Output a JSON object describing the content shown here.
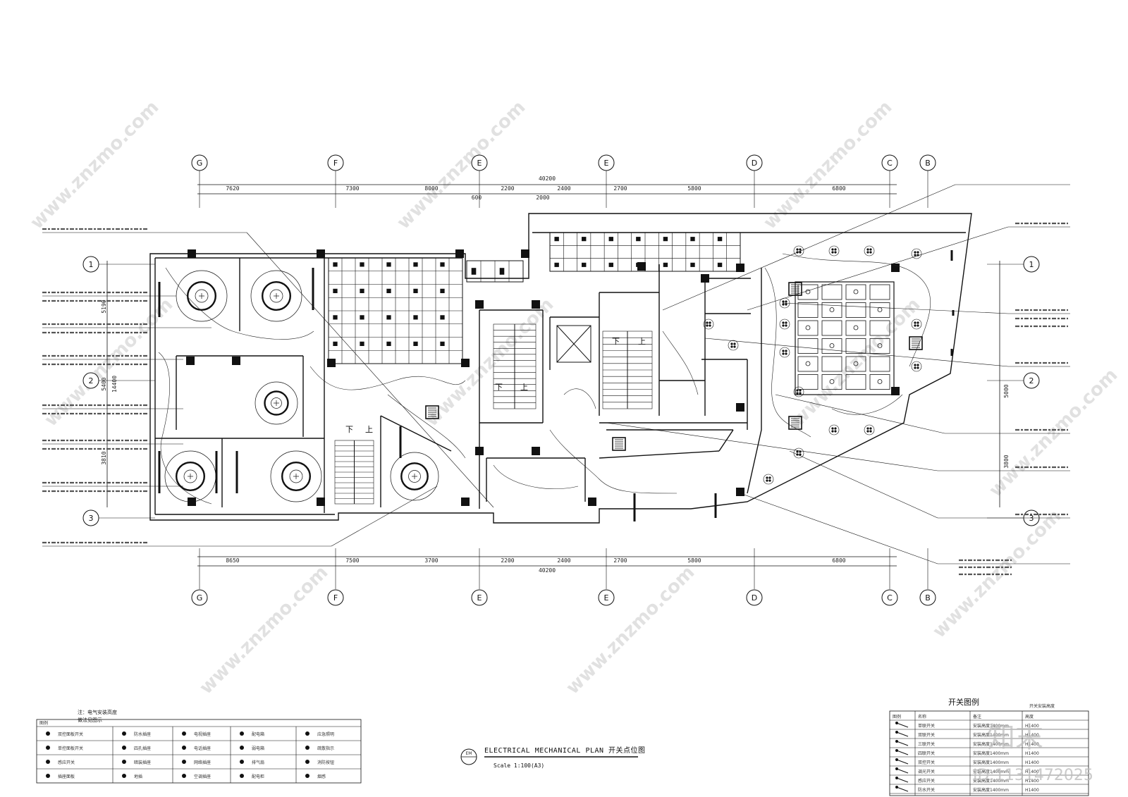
{
  "drawing": {
    "title": "ELECTRICAL MECHANICAL PLAN 开关点位图",
    "scale": "Scale 1:100(A3)",
    "drawing_no": "EM",
    "watermark": "www.znzmo.com",
    "brand_watermark": "知末",
    "image_id_watermark": "ID:1131472025"
  },
  "axes": {
    "top": [
      "G",
      "F",
      "E",
      "E",
      "D",
      "C",
      "B"
    ],
    "bottom": [
      "G",
      "F",
      "E",
      "E",
      "D",
      "C",
      "B"
    ],
    "left": [
      "1",
      "2",
      "3"
    ],
    "right": [
      "1",
      "2",
      "3"
    ]
  },
  "dimensions": {
    "top_total": "40200",
    "top_segments": [
      "7620",
      "7300",
      "8000",
      "2200",
      "2400",
      "2700",
      "5800",
      "6800"
    ],
    "top_sub": [
      "600",
      "2000"
    ],
    "bottom_total": "40200",
    "bottom_segments": [
      "8650",
      "7500",
      "3700",
      "2200",
      "2400",
      "2700",
      "5800",
      "6800"
    ],
    "left_total": "14400",
    "left_segments": [
      "5190",
      "5400",
      "3810"
    ],
    "right_segments": [
      "5000",
      "3800"
    ]
  },
  "rooms": {
    "stair_label_down": "下",
    "stair_label_up": "上"
  },
  "notes": {
    "general": "注：电气安装高度",
    "general_sub": "做法见图示"
  },
  "symbol_legend": {
    "header": "图例",
    "items": [
      "双控面板开关",
      "单控面板开关",
      "感应开关",
      "插座面板",
      "防水插座",
      "四孔插座",
      "暗装插座",
      "地插",
      "电视插座",
      "电话插座",
      "网络插座",
      "空调插座",
      "配电箱",
      "弱电箱",
      "排气扇",
      "配电柜",
      "应急照明",
      "疏散指示",
      "消防按钮",
      "烟感"
    ]
  },
  "switch_legend": {
    "title": "开关图例",
    "note": "开关安装高度",
    "headers": [
      "图例",
      "名称",
      "备注",
      "高度"
    ],
    "rows": [
      {
        "name": "单联开关",
        "note": "安装高度1400mm",
        "height": "H1400"
      },
      {
        "name": "双联开关",
        "note": "安装高度1400mm",
        "height": "H1400"
      },
      {
        "name": "三联开关",
        "note": "安装高度1400mm",
        "height": "H1400"
      },
      {
        "name": "四联开关",
        "note": "安装高度1400mm",
        "height": "H1400"
      },
      {
        "name": "双控开关",
        "note": "安装高度1400mm",
        "height": "H1400"
      },
      {
        "name": "调光开关",
        "note": "安装高度1400mm",
        "height": "H1400"
      },
      {
        "name": "感应开关",
        "note": "安装高度1400mm",
        "height": "H1400"
      },
      {
        "name": "防水开关",
        "note": "安装高度1400mm",
        "height": "H1400"
      }
    ]
  }
}
